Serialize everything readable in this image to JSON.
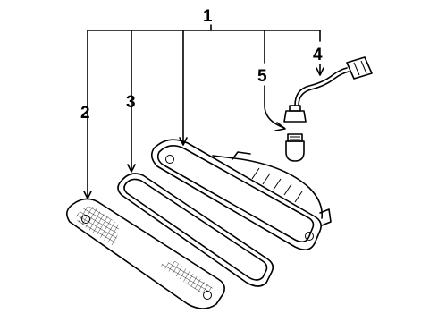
{
  "callouts": {
    "c1": "1",
    "c2": "2",
    "c3": "3",
    "c4": "4",
    "c5": "5"
  },
  "parts": [
    {
      "callout": "1",
      "part": "housing-assembly-icon"
    },
    {
      "callout": "2",
      "part": "lens-icon"
    },
    {
      "callout": "3",
      "part": "gasket-icon"
    },
    {
      "callout": "4",
      "part": "socket-wire-icon"
    },
    {
      "callout": "5",
      "part": "bulb-icon"
    }
  ],
  "colors": {
    "line": "#000000",
    "background": "#ffffff"
  }
}
